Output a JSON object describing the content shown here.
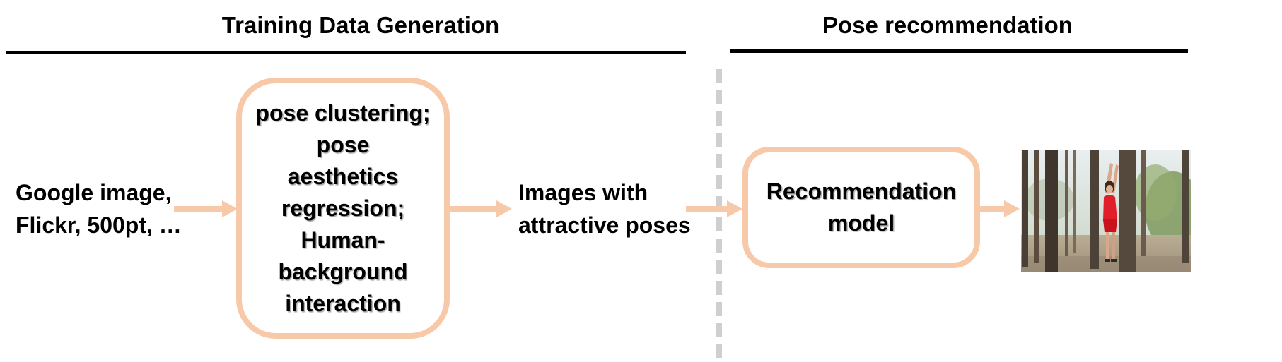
{
  "headers": {
    "left": "Training Data Generation",
    "right": "Pose recommendation"
  },
  "nodes": {
    "sources": "Google image,\nFlickr, 500pt, …",
    "processing": "pose clustering;\npose\naesthetics\nregression;\nHuman-\nbackground\ninteraction",
    "output_images": "Images with\nattractive poses",
    "model": "Recommendation\nmodel"
  },
  "colors": {
    "accent": "#f8c9a8",
    "divider": "#cfcfcf",
    "rule": "#000000"
  },
  "photo": {
    "description_icon": "woman-in-red-dress-in-forest-photo"
  }
}
